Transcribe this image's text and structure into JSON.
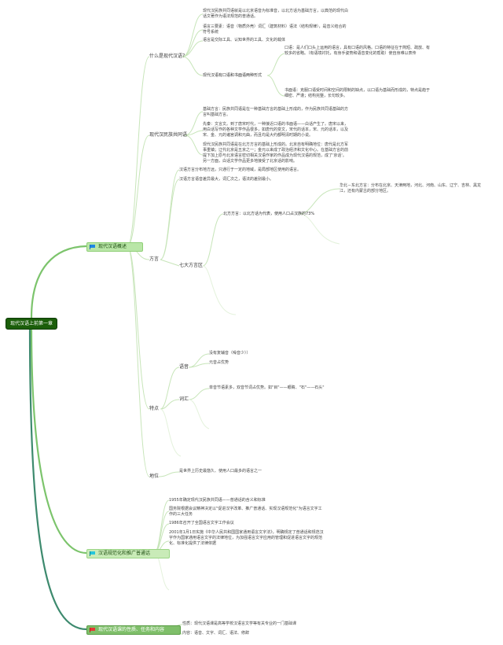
{
  "root": "现代汉语上前第一章",
  "branches": {
    "b1": "现代汉语概述",
    "b2": "汉语规范化和推广普通话",
    "b3": "现代汉语课的性质、任务和内容"
  },
  "nodes": {
    "what_is": "什么是现代汉语？",
    "what_text1": "现代汉民族共同语就是以北京语音为标准音，以北方话为基础方言，以典范的现代白话文著作为语法规范的普通话。",
    "what_text2": "语言三要素：语音（物质外壳）词汇（建筑材料）语法（结构规律），是音义结合的符号系统",
    "what_text3": "语言是交际工具、认知世界的工具、文化的载体",
    "two_forms": "现代汉语有口语和书面语两种形式",
    "oral": "口语：是人们口头上运用的语言，具有口语的风格。口语的特征在于简短、疏放、有较多的省略。（有语境衬托，有身手姿势和语音变化的帮助）使自身难以表传",
    "written": "书面语：克服口语受时间和空间的限制的缺点，以口语为基础而形成的，特点是趋于细密、严谨；结构完整，长句较多。",
    "common_lang": "现代汉民族共同语",
    "basis_dialect": "基础方言：民族共同语是在一种基础方言的基础上形成的，作为民族共同语基础的方言叫基础方言。",
    "pre_qin": "先秦：文言文。到了唐宋时代，一种接近口语的书面语——白话产生了。唐宋以来，用白话写作的各种文学作品很多，如唐代的变文，宋代的话本，宋、元的话本，以及宋、金、元的诸宫调和元曲，而且均是大约都明清时期的小说。",
    "based_on_north": "现代汉民族共同语是在北方方言的基础上形成的。北京自有明确地位：唐代是北方军事重镇；辽代北京是五京之一；金元以来成了政治经济和文化中心。在基础方言的前提下加上原与北京语言密切相关汉语作家的作品成为现代汉语的规范，成了'京话'。另一方面，白话文学作品更多地接受了北京话的影响。",
    "dialect_desc1": "汉语方言分布地方远，只通行于一定的地域，是局部地区使用的语言。",
    "dialect_desc2": "汉语方言语音差异最大，词汇次之，语法的差别最小。",
    "dialect": "方言",
    "seven_dialects": "七大方言区",
    "north_dialect": "北方方言：以北方话为代表，使用人口占汉族的73%",
    "north_sub": "华北－东北方言：分布在北京、天津两地，河北、河南、山东、辽宁、吉林、黑龙江，还有内蒙古的部分地区。",
    "features": "特点",
    "phonetics": "语音",
    "ph1": "没有复辅音（噪音少））",
    "ph2": "元音占优势",
    "vocab": "词汇",
    "vocab1": "单音节语素多，双音节词占优势。如\"目\"——眼睛、\"石\"——石头\"",
    "status": "地位",
    "status1": "是世界上历史最悠久、使用人口最多的语言之一",
    "std1": "1955年确定现代汉民族共同语——普通话的含义和标准",
    "std2": "国务院根据会议精神决定以\"促进汉字改革、推广普通话、实现汉语规范化\"为语言文字工作的三大任务",
    "std3": "1986年召开了全国语言文字工作会议",
    "std4": "2001年1月1日实施《中华人民共和国国家通用语言文字法》，明确规定了普通话和规范汉字作为国家通用语言文字的法律地位，为加强语言文字应用的管理和促进语言文字的规范化、标准化提供了法律依据",
    "nature": "性质：现代汉语课是高等学校汉语言文学等有关专业的一门基础课",
    "content": "内容：语音、文字、词汇、语法、修辞"
  },
  "colors": {
    "root_bg": "#1b5e0a",
    "branch_line": "#7cc46c",
    "branch3_line": "#3d8a6e",
    "leaf_line": "#c7e5b9",
    "text": "#444444"
  },
  "icons": [
    "flag-icon-blue",
    "flag-icon-teal",
    "flag-icon-red"
  ]
}
